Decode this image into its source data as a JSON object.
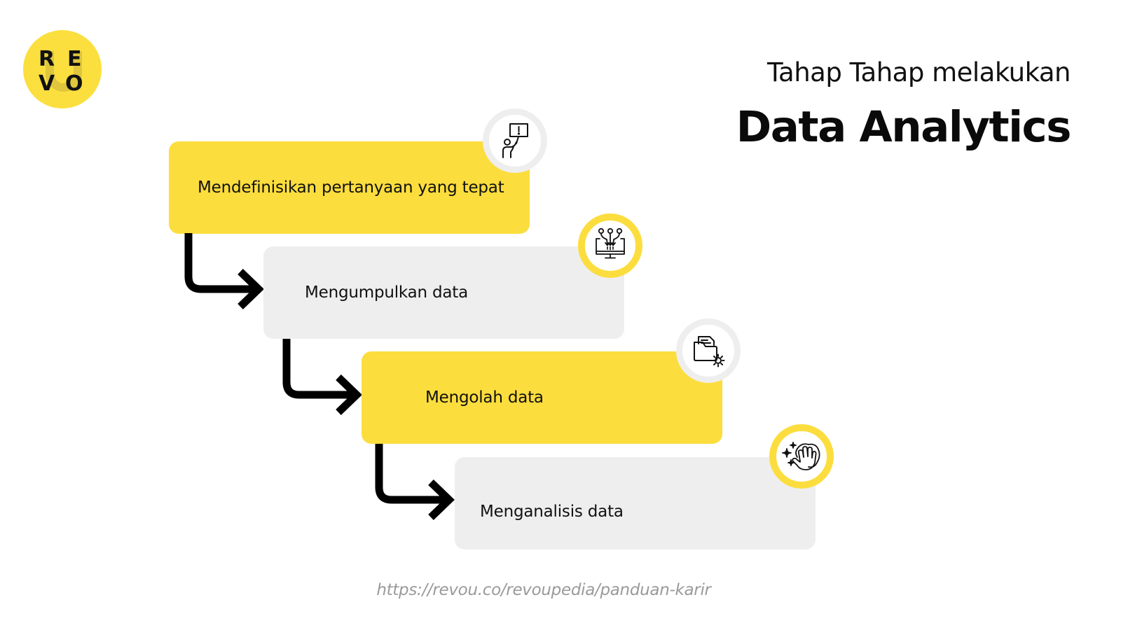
{
  "logo": {
    "letters": [
      "R",
      "E",
      "V",
      "O"
    ],
    "background_color": "#fbdf3f"
  },
  "header": {
    "subtitle": "Tahap Tahap melakukan",
    "title": "Data Analytics"
  },
  "steps": [
    {
      "label": "Mendefinisikan pertanyaan yang tepat",
      "box_color": "#fcdd3e",
      "ring_color": "#efeeef",
      "icon": "protest-sign-icon"
    },
    {
      "label": "Mengumpulkan data",
      "box_color": "#efeeef",
      "ring_color": "#fcdd3e",
      "icon": "data-collection-monitor-icon"
    },
    {
      "label": "Mengolah data",
      "box_color": "#fcdd3e",
      "ring_color": "#efeeef",
      "icon": "folder-gear-icon"
    },
    {
      "label": "Menganalisis data",
      "box_color": "#efeeef",
      "ring_color": "#fcdd3e",
      "icon": "cleaning-hand-icon"
    }
  ],
  "footer": {
    "url": "https://revou.co/revoupedia/panduan-karir"
  },
  "colors": {
    "accent_yellow": "#fcdd3e",
    "light_gray": "#efeeef",
    "text": "#111111",
    "footer_text": "#9a9a9a"
  }
}
